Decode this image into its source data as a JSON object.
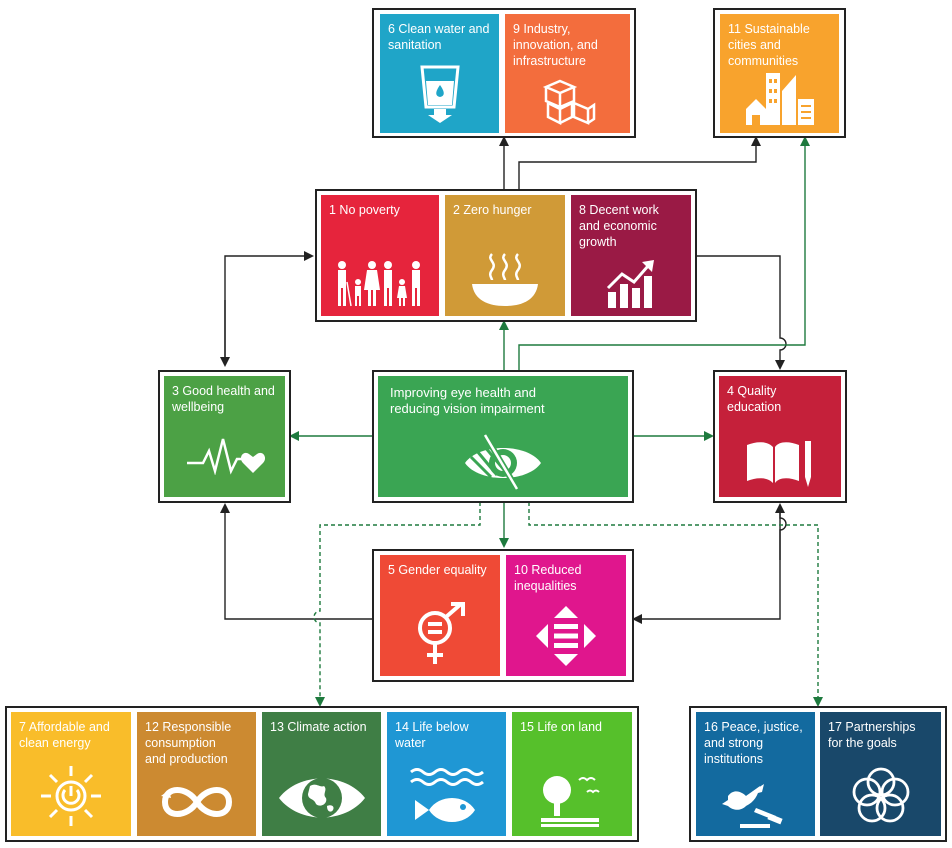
{
  "diagram": {
    "center": {
      "label": "Improving eye health and\nreducing vision impairment",
      "icon": "eye-icon",
      "color": "#3aa553"
    },
    "goals": [
      {
        "id": "6",
        "label": "6 Clean water and\nsanitation",
        "icon": "water-icon",
        "color": "#1fa5c8"
      },
      {
        "id": "9",
        "label": "9 Industry,\ninnovation, and\ninfrastructure",
        "icon": "cubes-icon",
        "color": "#f36d3d"
      },
      {
        "id": "11",
        "label": "11 Sustainable\ncities and\ncommunities",
        "icon": "city-icon",
        "color": "#f8a32d"
      },
      {
        "id": "1",
        "label": "1 No poverty",
        "icon": "family-icon",
        "color": "#e6243c"
      },
      {
        "id": "2",
        "label": "2 Zero hunger",
        "icon": "bowl-icon",
        "color": "#d09a37"
      },
      {
        "id": "8",
        "label": "8 Decent work\nand economic\ngrowth",
        "icon": "growth-chart-icon",
        "color": "#9a1a45"
      },
      {
        "id": "3",
        "label": "3 Good health and\nwellbeing",
        "icon": "heartbeat-icon",
        "color": "#4ca145"
      },
      {
        "id": "4",
        "label": "4 Quality\neducation",
        "icon": "book-icon",
        "color": "#c5203a"
      },
      {
        "id": "5",
        "label": "5 Gender equality",
        "icon": "gender-icon",
        "color": "#ef4a36"
      },
      {
        "id": "10",
        "label": "10 Reduced\ninequalities",
        "icon": "arrows-icon",
        "color": "#e0168d"
      },
      {
        "id": "7",
        "label": "7 Affordable and\nclean energy",
        "icon": "sun-power-icon",
        "color": "#f9bd2a"
      },
      {
        "id": "12",
        "label": "12 Responsible\nconsumption\nand production",
        "icon": "infinity-icon",
        "color": "#cc8a31"
      },
      {
        "id": "13",
        "label": "13 Climate action",
        "icon": "globe-eye-icon",
        "color": "#3f7e45"
      },
      {
        "id": "14",
        "label": "14 Life below\nwater",
        "icon": "fish-icon",
        "color": "#1f97d4"
      },
      {
        "id": "15",
        "label": "15 Life on land",
        "icon": "tree-icon",
        "color": "#56c02b"
      },
      {
        "id": "16",
        "label": "16 Peace, justice,\nand strong\ninstitutions",
        "icon": "dove-icon",
        "color": "#136a9f"
      },
      {
        "id": "17",
        "label": "17 Partnerships\nfor the goals",
        "icon": "rings-icon",
        "color": "#19486a"
      }
    ],
    "colors": {
      "green_arrow": "#1e7a3e",
      "black_arrow": "#222222"
    }
  }
}
